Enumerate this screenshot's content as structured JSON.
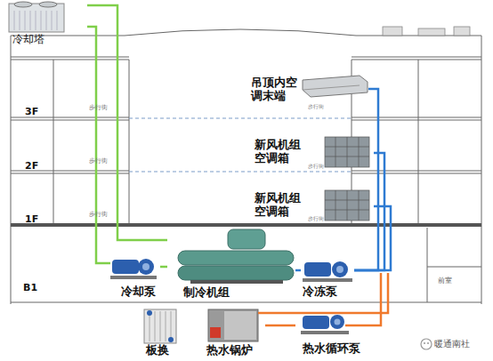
{
  "diagram": {
    "nodes": [
      {
        "text": [
          "冷却塔"
        ]
      },
      {
        "text": [
          "吊顶内空调末端"
        ]
      },
      {
        "text": [
          "新风机组空调箱"
        ]
      },
      {
        "text": [
          "新风机组空调箱"
        ]
      },
      {
        "text": [
          "冷却泵"
        ]
      },
      {
        "text": [
          "制冷机组"
        ]
      },
      {
        "text": [
          "冷冻泵"
        ]
      },
      {
        "text": [
          "板换"
        ]
      },
      {
        "text": [
          "热水锅炉"
        ]
      },
      {
        "text": [
          "热水循环泵"
        ]
      }
    ],
    "edges": [
      {
        "from": 0,
        "to": 4,
        "arrow": "none"
      },
      {
        "from": 0,
        "to": 5,
        "arrow": "none"
      },
      {
        "from": 4,
        "to": 5,
        "arrow": "none"
      },
      {
        "from": 5,
        "to": 6,
        "arrow": "none"
      },
      {
        "from": 6,
        "to": 1,
        "arrow": "none"
      },
      {
        "from": 6,
        "to": 2,
        "arrow": "none"
      },
      {
        "from": 6,
        "to": 3,
        "arrow": "none"
      },
      {
        "from": 8,
        "to": 9,
        "arrow": "none"
      }
    ],
    "labels": [
      "3F",
      "2F",
      "1F",
      "B1",
      "步行街",
      "步行街",
      "步行街",
      "步行街",
      "步行街",
      "步行街",
      "前室",
      "暖通南社"
    ]
  }
}
